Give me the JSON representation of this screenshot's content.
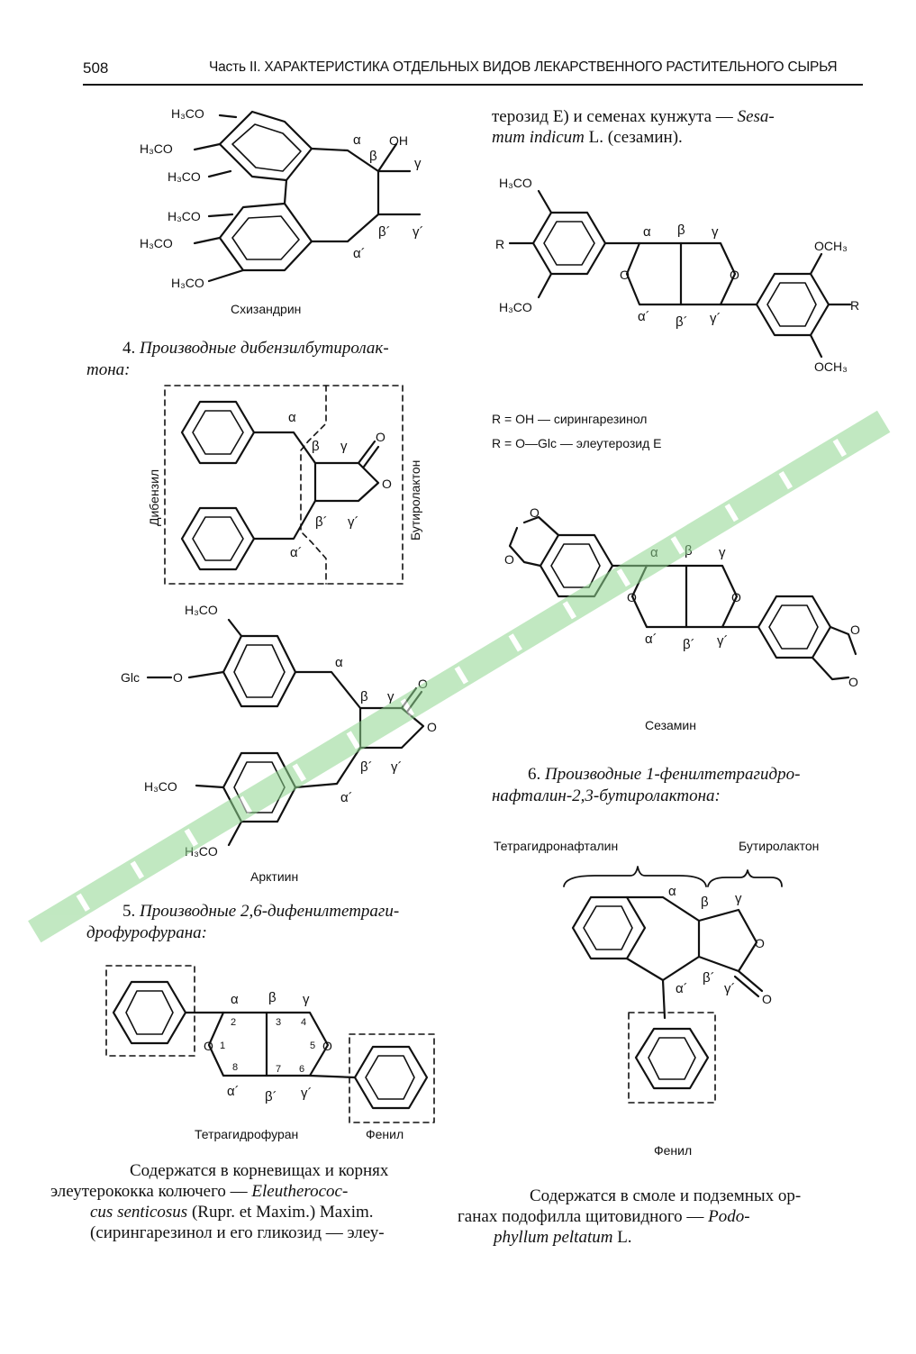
{
  "header": {
    "page_number": "508",
    "title": "Часть II. ХАРАКТЕРИСТИКА ОТДЕЛЬНЫХ ВИДОВ ЛЕКАРСТВЕННОГО РАСТИТЕЛЬНОГО СЫРЬЯ"
  },
  "labels": {
    "h3co": "H₃CO",
    "oh": "OH",
    "o": "O",
    "r": "R",
    "och3": "OCH₃",
    "glc_o": "Glc",
    "alpha": "α",
    "beta": "β",
    "gamma": "γ",
    "alpha_p": "α´",
    "beta_p": "β´",
    "gamma_p": "γ´",
    "n1": "1",
    "n2": "2",
    "n3": "3",
    "n4": "4",
    "n5": "5",
    "n6": "6",
    "n7": "7",
    "n8": "8"
  },
  "captions": {
    "schizandrin": "Схизандрин",
    "dibenzyl": "Дибензил",
    "butyrolactone_v": "Бутиролактон",
    "arctiin": "Арктиин",
    "tetrahydrofuran": "Тетрагидрофуран",
    "phenyl": "Фенил",
    "syringaresinol": "R = OH — сирингарезинол",
    "eleutheroside": "R = O—Glc — элеутерозид Е",
    "sesamin": "Сезамин",
    "tetrahydronaphthalene": "Тетрагидронафталин",
    "butyrolactone": "Бутиролактон",
    "phenyl2": "Фенил"
  },
  "sections": {
    "s4_num": "4.",
    "s4_line1": "Производные дибензилбутиролак-",
    "s4_line2": "тона:",
    "s5_num": "5.",
    "s5_line1": "Производные 2,6-дифенилтетраги-",
    "s5_line2": "дрофурофурана:",
    "s6_num": "6.",
    "s6_line1": "Производные 1-фенилтетрагидро-",
    "s6_line2": "нафталин-2,3-бутиролактона:"
  },
  "text": {
    "right_top_l1a": "терозид Е) и семенах кунжута —",
    "right_top_l1b": "Sesa-",
    "right_top_l2a": "mum indicum",
    "right_top_l2b": "L. (сезамин).",
    "left_bot_l1": "Содержатся в корневищах и корнях",
    "left_bot_l2a": "элеутерококка колючего —",
    "left_bot_l2b": "Eleutherococ-",
    "left_bot_l3a": "cus senticosus",
    "left_bot_l3b": "(Rupr. et Maxim.) Maxim.",
    "left_bot_l4": "(сирингарезинол и его гликозид — элеу-",
    "right_bot_l1": "Содержатся в смоле и подземных ор-",
    "right_bot_l2a": "ганах подофилла щитовидного —",
    "right_bot_l2b": "Podo-",
    "right_bot_l3a": "phyllum peltatum",
    "right_bot_l3b": "L."
  },
  "colors": {
    "ink": "#111111",
    "watermark": "#8fd68f"
  }
}
